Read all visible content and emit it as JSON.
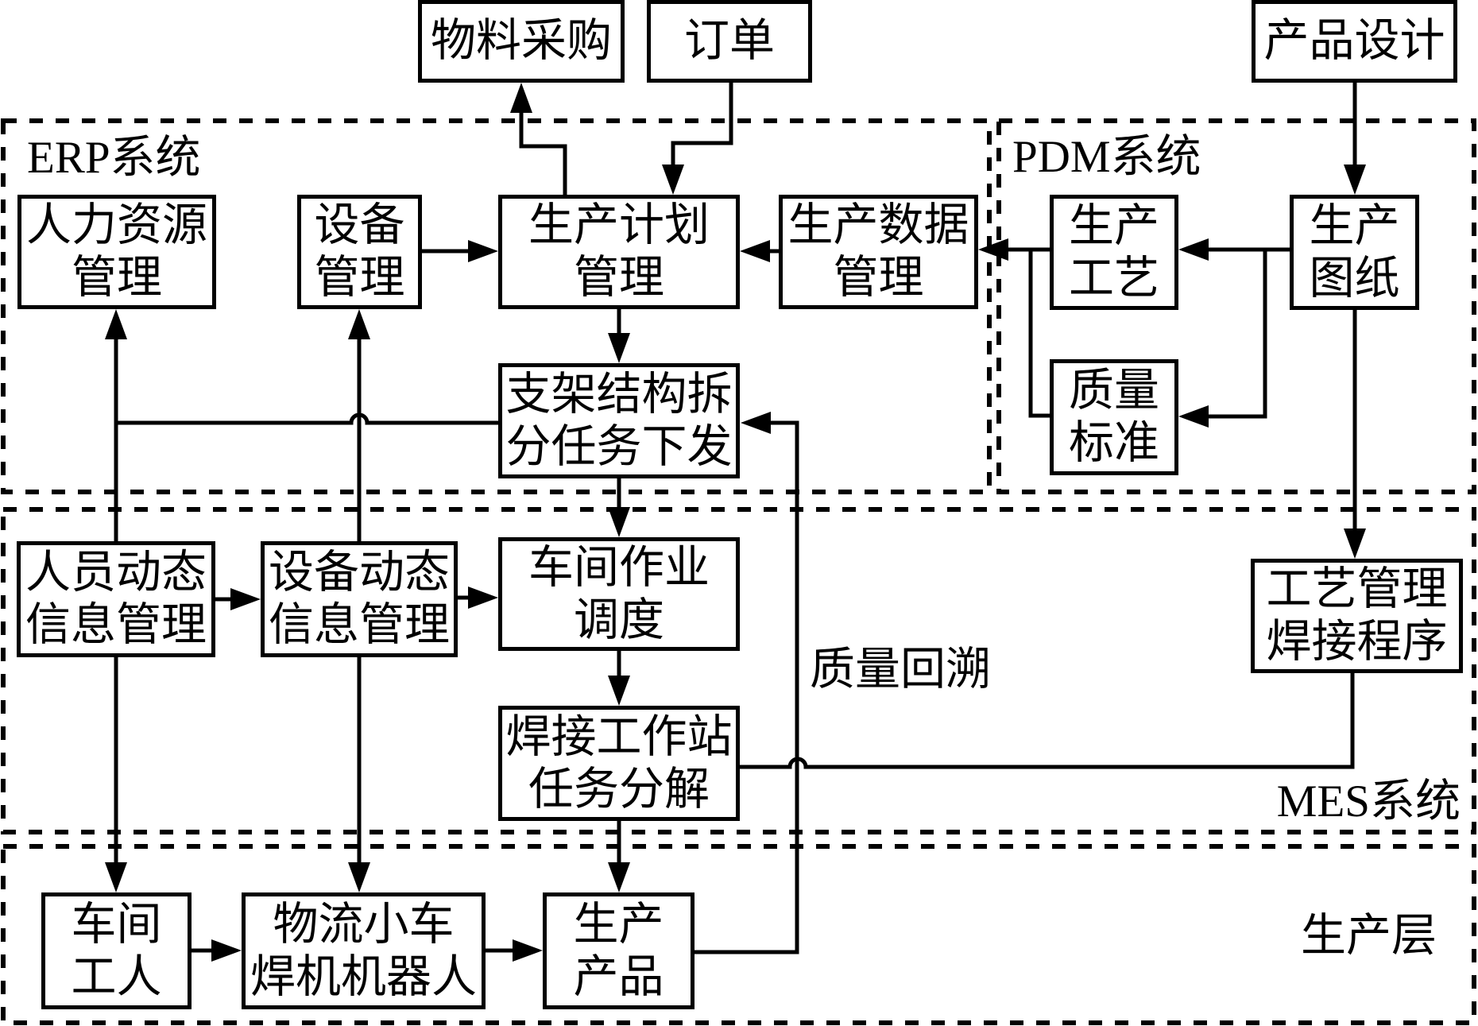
{
  "diagram": {
    "regions": {
      "erp": "ERP系统",
      "pdm": "PDM系统",
      "mes": "MES系统",
      "production": "生产层"
    },
    "annotations": {
      "quality_trace": "质量回溯"
    },
    "nodes": {
      "material_purchase": {
        "lines": [
          "物料采购"
        ]
      },
      "order": {
        "lines": [
          "订单"
        ]
      },
      "product_design": {
        "lines": [
          "产品设计"
        ]
      },
      "hr": {
        "lines": [
          "人力资源",
          "管理"
        ]
      },
      "equipment": {
        "lines": [
          "设备",
          "管理"
        ]
      },
      "plan": {
        "lines": [
          "生产计划",
          "管理"
        ]
      },
      "prod_data": {
        "lines": [
          "生产数据",
          "管理"
        ]
      },
      "process": {
        "lines": [
          "生产",
          "工艺"
        ]
      },
      "drawing": {
        "lines": [
          "生产",
          "图纸"
        ]
      },
      "dispatch": {
        "lines": [
          "支架结构拆",
          "分任务下发"
        ]
      },
      "quality_std": {
        "lines": [
          "质量",
          "标准"
        ]
      },
      "staff_dyn": {
        "lines": [
          "人员动态",
          "信息管理"
        ]
      },
      "equip_dyn": {
        "lines": [
          "设备动态",
          "信息管理"
        ]
      },
      "scheduling": {
        "lines": [
          "车间作业",
          "调度"
        ]
      },
      "weld_prog": {
        "lines": [
          "工艺管理",
          "焊接程序"
        ]
      },
      "weld_station": {
        "lines": [
          "焊接工作站",
          "任务分解"
        ]
      },
      "workers": {
        "lines": [
          "车间",
          "工人"
        ]
      },
      "agv_robot": {
        "lines": [
          "物流小车",
          "焊机机器人"
        ]
      },
      "product": {
        "lines": [
          "生产",
          "产品"
        ]
      }
    },
    "membership": {
      "external": [
        "material_purchase",
        "order",
        "product_design"
      ],
      "erp": [
        "hr",
        "equipment",
        "plan",
        "prod_data",
        "dispatch"
      ],
      "pdm": [
        "process",
        "drawing",
        "quality_std"
      ],
      "mes": [
        "staff_dyn",
        "equip_dyn",
        "scheduling",
        "weld_prog",
        "weld_station"
      ],
      "production": [
        "workers",
        "agv_robot",
        "product"
      ]
    },
    "edges": [
      {
        "from": "plan",
        "to": "material_purchase",
        "arrow": true
      },
      {
        "from": "order",
        "to": "plan",
        "arrow": true
      },
      {
        "from": "equipment",
        "to": "plan",
        "arrow": true
      },
      {
        "from": "prod_data",
        "to": "plan",
        "arrow": true
      },
      {
        "from": "process",
        "to": "prod_data",
        "arrow": true
      },
      {
        "from": "quality_std",
        "to": "prod_data",
        "arrow": true
      },
      {
        "from": "product_design",
        "to": "drawing",
        "arrow": true
      },
      {
        "from": "drawing",
        "to": "process",
        "arrow": true
      },
      {
        "from": "drawing",
        "to": "quality_std",
        "arrow": true
      },
      {
        "from": "drawing",
        "to": "weld_prog",
        "arrow": true
      },
      {
        "from": "plan",
        "to": "dispatch",
        "arrow": true
      },
      {
        "from": "dispatch",
        "to": "hr",
        "arrow": true
      },
      {
        "from": "staff_dyn",
        "to": "hr",
        "arrow": true
      },
      {
        "from": "equip_dyn",
        "to": "equipment",
        "arrow": true
      },
      {
        "from": "dispatch",
        "to": "scheduling",
        "arrow": true
      },
      {
        "from": "staff_dyn",
        "to": "equip_dyn",
        "arrow": true
      },
      {
        "from": "equip_dyn",
        "to": "scheduling",
        "arrow": true
      },
      {
        "from": "scheduling",
        "to": "weld_station",
        "arrow": true
      },
      {
        "from": "weld_prog",
        "to": "weld_station",
        "arrow": false
      },
      {
        "from": "staff_dyn",
        "to": "workers",
        "arrow": true
      },
      {
        "from": "equip_dyn",
        "to": "agv_robot",
        "arrow": true
      },
      {
        "from": "weld_station",
        "to": "product",
        "arrow": true
      },
      {
        "from": "workers",
        "to": "agv_robot",
        "arrow": true
      },
      {
        "from": "agv_robot",
        "to": "product",
        "arrow": true
      },
      {
        "from": "product",
        "to": "dispatch",
        "arrow": true,
        "label": "质量回溯"
      }
    ]
  }
}
